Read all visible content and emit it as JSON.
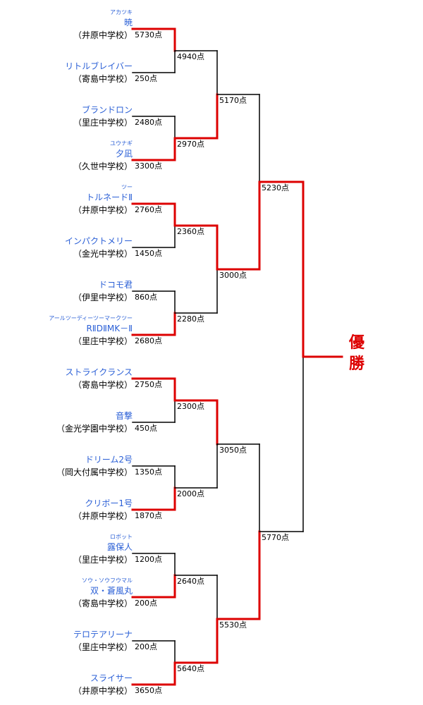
{
  "champion_label": [
    "優",
    "勝"
  ],
  "entries": [
    {
      "ruby": "アカツキ",
      "name": "暁",
      "school": "（井原中学校）",
      "score": "5730点"
    },
    {
      "ruby": "",
      "name": "リトルブレイバー",
      "school": "（寄島中学校）",
      "score": "250点"
    },
    {
      "ruby": "",
      "name": "ブランドロン",
      "school": "（里庄中学校）",
      "score": "2480点"
    },
    {
      "ruby": "ユウナギ",
      "name": "夕凪",
      "school": "（久世中学校）",
      "score": "3300点"
    },
    {
      "ruby": "ツー",
      "name": "トルネードⅡ",
      "school": "（井原中学校）",
      "score": "2760点"
    },
    {
      "ruby": "",
      "name": "インパクトメリー",
      "school": "（金光中学校）",
      "score": "1450点"
    },
    {
      "ruby": "",
      "name": "ドコモ君",
      "school": "（伊里中学校）",
      "score": "860点"
    },
    {
      "ruby": "アールツーディーツーマークツー",
      "name": "RⅡDⅡMK－Ⅱ",
      "school": "（里庄中学校）",
      "score": "2680点"
    },
    {
      "ruby": "",
      "name": "ストライクランス",
      "school": "（寄島中学校）",
      "score": "2750点"
    },
    {
      "ruby": "",
      "name": "音撃",
      "school": "（金光学園中学校）",
      "score": "450点"
    },
    {
      "ruby": "",
      "name": "ドリーム2号",
      "school": "（岡大付属中学校）",
      "score": "1350点"
    },
    {
      "ruby": "",
      "name": "クリボー1号",
      "school": "（井原中学校）",
      "score": "1870点"
    },
    {
      "ruby": "ロボット",
      "name": "露保人",
      "school": "（里庄中学校）",
      "score": "1200点"
    },
    {
      "ruby": "ソウ・ソウフウマル",
      "name": "双・蒼風丸",
      "school": "（寄島中学校）",
      "score": "200点"
    },
    {
      "ruby": "",
      "name": "テロテアリーナ",
      "school": "（里庄中学校）",
      "score": "200点"
    },
    {
      "ruby": "",
      "name": "スライサー",
      "school": "（井原中学校）",
      "score": "3650点"
    }
  ],
  "round2_scores": [
    "4940点",
    "2970点",
    "2360点",
    "2280点",
    "2300点",
    "2000点",
    "2640点",
    "5640点"
  ],
  "round3_scores": [
    "5170点",
    "3000点",
    "3050点",
    "5530点"
  ],
  "round4_scores": [
    "5230点",
    "5770点"
  ],
  "winners": {
    "round1": [
      0,
      1,
      0,
      1,
      0,
      1,
      1,
      1
    ],
    "round2": [
      1,
      0,
      0,
      1
    ],
    "round3": [
      1,
      1
    ],
    "final": 0
  },
  "colors": {
    "win_line": "#dd0000",
    "line": "#000000",
    "name_text": "#2a5fd6"
  }
}
